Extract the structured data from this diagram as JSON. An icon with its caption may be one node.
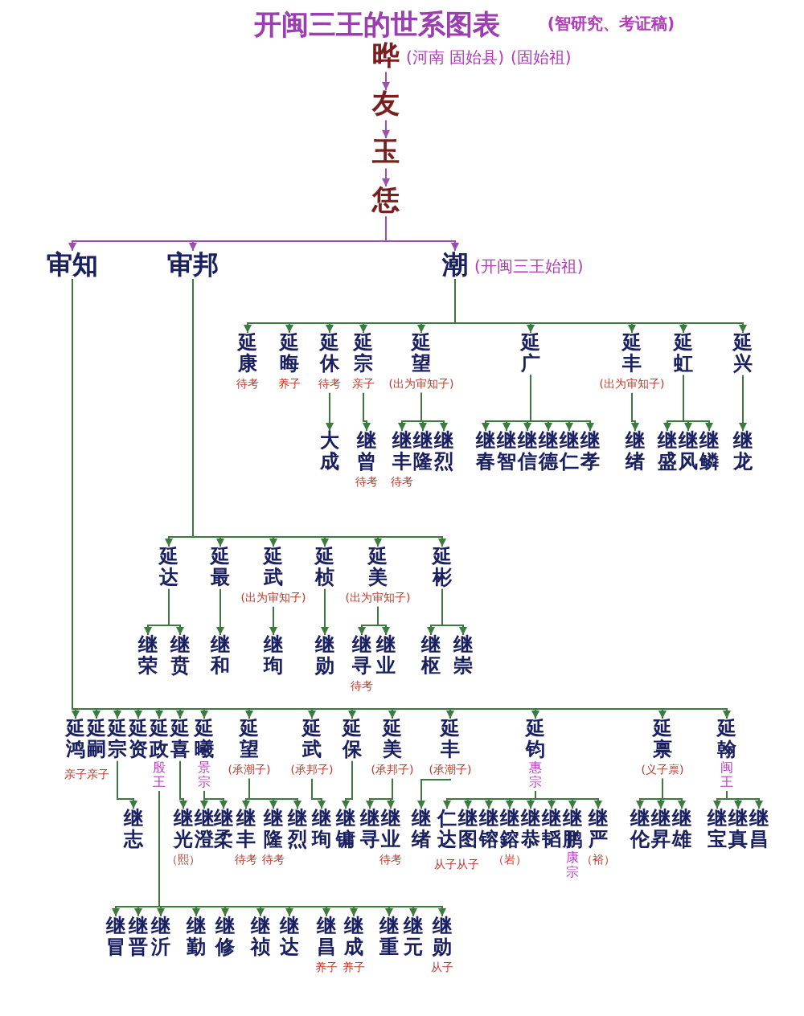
{
  "diagram": {
    "title": "开闽三王的世系图表",
    "nodes": [
      {
        "text": [
          "晔"
        ],
        "beside": [
          "(河南 固始县)",
          "(固始祖)"
        ]
      },
      {
        "text": [
          "友"
        ]
      },
      {
        "text": [
          "玉"
        ]
      },
      {
        "text": [
          "恁"
        ]
      },
      {
        "text": [
          "审知"
        ]
      },
      {
        "text": [
          "审邦"
        ]
      },
      {
        "text": [
          "潮"
        ],
        "beside": [
          "(开闽三王始祖)"
        ]
      },
      {
        "text": [
          "延康"
        ],
        "beside": [
          "待考"
        ]
      },
      {
        "text": [
          "延晦"
        ],
        "beside": [
          "养子"
        ]
      },
      {
        "text": [
          "延休"
        ],
        "beside": [
          "待考"
        ]
      },
      {
        "text": [
          "延宗"
        ],
        "beside": [
          "亲子"
        ]
      },
      {
        "text": [
          "延望"
        ],
        "beside": [
          "(出为审知子)"
        ]
      },
      {
        "text": [
          "延广"
        ]
      },
      {
        "text": [
          "延丰"
        ],
        "beside": [
          "(出为审知子)"
        ]
      },
      {
        "text": [
          "延虹"
        ]
      },
      {
        "text": [
          "延兴"
        ]
      },
      {
        "text": [
          "大成"
        ]
      },
      {
        "text": [
          "继曾"
        ],
        "beside": [
          "待考"
        ]
      },
      {
        "text": [
          "继丰"
        ],
        "beside": [
          "待考"
        ]
      },
      {
        "text": [
          "继隆"
        ]
      },
      {
        "text": [
          "继烈"
        ]
      },
      {
        "text": [
          "继春"
        ]
      },
      {
        "text": [
          "继智"
        ]
      },
      {
        "text": [
          "继信"
        ]
      },
      {
        "text": [
          "继德"
        ]
      },
      {
        "text": [
          "继仁"
        ]
      },
      {
        "text": [
          "继孝"
        ]
      },
      {
        "text": [
          "继绪"
        ]
      },
      {
        "text": [
          "继盛"
        ]
      },
      {
        "text": [
          "继风"
        ]
      },
      {
        "text": [
          "继鳞"
        ]
      },
      {
        "text": [
          "继龙"
        ]
      },
      {
        "text": [
          "延达"
        ]
      },
      {
        "text": [
          "延最"
        ]
      },
      {
        "text": [
          "延武"
        ],
        "beside": [
          "(出为审知子)"
        ]
      },
      {
        "text": [
          "延桢"
        ]
      },
      {
        "text": [
          "延美"
        ],
        "beside": [
          "(出为审知子)"
        ]
      },
      {
        "text": [
          "延彬"
        ]
      },
      {
        "text": [
          "继荣"
        ]
      },
      {
        "text": [
          "继贲"
        ]
      },
      {
        "text": [
          "继和"
        ]
      },
      {
        "text": [
          "继珣"
        ]
      },
      {
        "text": [
          "继勋"
        ]
      },
      {
        "text": [
          "继寻"
        ],
        "beside": [
          "待考"
        ]
      },
      {
        "text": [
          "继业"
        ]
      },
      {
        "text": [
          "继枢"
        ]
      },
      {
        "text": [
          "继崇"
        ]
      },
      {
        "text": [
          "延鸿"
        ]
      },
      {
        "text": [
          "延嗣"
        ]
      },
      {
        "text": [
          "延宗"
        ]
      },
      {
        "text": [
          "延资"
        ]
      },
      {
        "text": [
          "延政"
        ],
        "beside": [
          "殷王"
        ]
      },
      {
        "text": [
          "延喜"
        ]
      },
      {
        "text": [
          "延曦"
        ],
        "beside": [
          "景宗"
        ]
      },
      {
        "text": [
          "延望"
        ],
        "beside": [
          "(承潮子)"
        ]
      },
      {
        "text": [
          "延武"
        ],
        "beside": [
          "(承邦子)"
        ]
      },
      {
        "text": [
          "延保"
        ]
      },
      {
        "text": [
          "延美"
        ],
        "beside": [
          "(承邦子)"
        ]
      },
      {
        "text": [
          "延丰"
        ],
        "beside": [
          "(承潮子)"
        ]
      },
      {
        "text": [
          "延钧"
        ],
        "beside": [
          "惠宗"
        ]
      },
      {
        "text": [
          "延禀"
        ],
        "beside": [
          "(义子禀)"
        ]
      },
      {
        "text": [
          "延翰"
        ],
        "beside": [
          "闽王"
        ]
      },
      {
        "text": [
          "继志"
        ]
      },
      {
        "text": [
          "继光"
        ],
        "beside": [
          "（熙）"
        ]
      },
      {
        "text": [
          "继澄"
        ]
      },
      {
        "text": [
          "继柔"
        ]
      },
      {
        "text": [
          "继丰"
        ],
        "beside": [
          "待考"
        ]
      },
      {
        "text": [
          "继隆"
        ],
        "beside": [
          "待考"
        ]
      },
      {
        "text": [
          "继烈"
        ]
      },
      {
        "text": [
          "继珣"
        ]
      },
      {
        "text": [
          "继镛"
        ]
      },
      {
        "text": [
          "继寻"
        ]
      },
      {
        "text": [
          "继业"
        ],
        "beside": [
          "待考"
        ]
      },
      {
        "text": [
          "继绪"
        ]
      },
      {
        "text": [
          "仁达"
        ]
      },
      {
        "text": [
          "继图"
        ]
      },
      {
        "text": [
          "继镕"
        ]
      },
      {
        "text": [
          "继鎔"
        ],
        "beside": [
          "（岩）"
        ]
      },
      {
        "text": [
          "继恭"
        ]
      },
      {
        "text": [
          "继韬"
        ]
      },
      {
        "text": [
          "继鹏"
        ],
        "beside": [
          "康宗"
        ]
      },
      {
        "text": [
          "继严"
        ],
        "beside": [
          "（裕）"
        ]
      },
      {
        "text": [
          "继伦"
        ]
      },
      {
        "text": [
          "继昇"
        ]
      },
      {
        "text": [
          "继雄"
        ]
      },
      {
        "text": [
          "继宝"
        ]
      },
      {
        "text": [
          "继真"
        ]
      },
      {
        "text": [
          "继昌"
        ]
      },
      {
        "text": [
          "继冒"
        ]
      },
      {
        "text": [
          "继晋"
        ]
      },
      {
        "text": [
          "继沂"
        ]
      },
      {
        "text": [
          "继勤"
        ]
      },
      {
        "text": [
          "继修"
        ]
      },
      {
        "text": [
          "继祯"
        ]
      },
      {
        "text": [
          "继达"
        ]
      },
      {
        "text": [
          "继昌"
        ],
        "beside": [
          "养子"
        ]
      },
      {
        "text": [
          "继成"
        ],
        "beside": [
          "养子"
        ]
      },
      {
        "text": [
          "继重"
        ]
      },
      {
        "text": [
          "继元"
        ]
      },
      {
        "text": [
          "继勋"
        ],
        "beside": [
          "从子"
        ]
      }
    ],
    "edges": [
      {
        "from": 0,
        "to": 1,
        "arrow": "to",
        "color": "#9b4fb0"
      },
      {
        "from": 1,
        "to": 2,
        "arrow": "to",
        "color": "#9b4fb0"
      },
      {
        "from": 2,
        "to": 3,
        "arrow": "to",
        "color": "#9b4fb0"
      },
      {
        "from": 3,
        "to": 4,
        "arrow": "to",
        "color": "#9b4fb0"
      },
      {
        "from": 3,
        "to": 5,
        "arrow": "to",
        "color": "#9b4fb0"
      },
      {
        "from": 3,
        "to": 6,
        "arrow": "to",
        "color": "#9b4fb0"
      },
      {
        "from": 6,
        "to": 7,
        "arrow": "to"
      },
      {
        "from": 6,
        "to": 8,
        "arrow": "to"
      },
      {
        "from": 6,
        "to": 9,
        "arrow": "to"
      },
      {
        "from": 6,
        "to": 10,
        "arrow": "to"
      },
      {
        "from": 6,
        "to": 11,
        "arrow": "to"
      },
      {
        "from": 6,
        "to": 12,
        "arrow": "to"
      },
      {
        "from": 6,
        "to": 13,
        "arrow": "to"
      },
      {
        "from": 6,
        "to": 14,
        "arrow": "to"
      },
      {
        "from": 6,
        "to": 15,
        "arrow": "to"
      },
      {
        "from": 9,
        "to": 16,
        "arrow": "to"
      },
      {
        "from": 10,
        "to": 17,
        "arrow": "to"
      },
      {
        "from": 11,
        "to": 18,
        "arrow": "to"
      },
      {
        "from": 11,
        "to": 19,
        "arrow": "to"
      },
      {
        "from": 11,
        "to": 20,
        "arrow": "to"
      },
      {
        "from": 12,
        "to": 21,
        "arrow": "to"
      },
      {
        "from": 12,
        "to": 22,
        "arrow": "to"
      },
      {
        "from": 12,
        "to": 23,
        "arrow": "to"
      },
      {
        "from": 12,
        "to": 24,
        "arrow": "to"
      },
      {
        "from": 12,
        "to": 25,
        "arrow": "to"
      },
      {
        "from": 12,
        "to": 26,
        "arrow": "to"
      },
      {
        "from": 13,
        "to": 27,
        "arrow": "to"
      },
      {
        "from": 14,
        "to": 28,
        "arrow": "to"
      },
      {
        "from": 14,
        "to": 29,
        "arrow": "to"
      },
      {
        "from": 14,
        "to": 30,
        "arrow": "to"
      },
      {
        "from": 15,
        "to": 31,
        "arrow": "to"
      },
      {
        "from": 5,
        "to": 32,
        "arrow": "to"
      },
      {
        "from": 5,
        "to": 33,
        "arrow": "to"
      },
      {
        "from": 5,
        "to": 34,
        "arrow": "to"
      },
      {
        "from": 5,
        "to": 35,
        "arrow": "to"
      },
      {
        "from": 5,
        "to": 36,
        "arrow": "to"
      },
      {
        "from": 5,
        "to": 37,
        "arrow": "to"
      },
      {
        "from": 32,
        "to": 38,
        "arrow": "to"
      },
      {
        "from": 32,
        "to": 39,
        "arrow": "to"
      },
      {
        "from": 33,
        "to": 40,
        "arrow": "to"
      },
      {
        "from": 34,
        "to": 41,
        "arrow": "to"
      },
      {
        "from": 35,
        "to": 42,
        "arrow": "to"
      },
      {
        "from": 36,
        "to": 43,
        "arrow": "to"
      },
      {
        "from": 36,
        "to": 44,
        "arrow": "to"
      },
      {
        "from": 37,
        "to": 45,
        "arrow": "to"
      },
      {
        "from": 37,
        "to": 46,
        "arrow": "to"
      },
      {
        "from": 4,
        "to": 47,
        "arrow": "to"
      },
      {
        "from": 4,
        "to": 48,
        "arrow": "to"
      },
      {
        "from": 4,
        "to": 49,
        "arrow": "to"
      },
      {
        "from": 4,
        "to": 50,
        "arrow": "to"
      },
      {
        "from": 4,
        "to": 51,
        "arrow": "to"
      },
      {
        "from": 4,
        "to": 52,
        "arrow": "to"
      },
      {
        "from": 4,
        "to": 53,
        "arrow": "to"
      },
      {
        "from": 4,
        "to": 54,
        "arrow": "to"
      },
      {
        "from": 4,
        "to": 55,
        "arrow": "to"
      },
      {
        "from": 4,
        "to": 56,
        "arrow": "to"
      },
      {
        "from": 4,
        "to": 57,
        "arrow": "to"
      },
      {
        "from": 4,
        "to": 58,
        "arrow": "to"
      },
      {
        "from": 4,
        "to": 59,
        "arrow": "to"
      },
      {
        "from": 4,
        "to": 60,
        "arrow": "to"
      },
      {
        "from": 4,
        "to": 61,
        "arrow": "to"
      },
      {
        "from": 49,
        "to": 62,
        "arrow": "to"
      },
      {
        "from": 52,
        "to": 63,
        "arrow": "to"
      },
      {
        "from": 53,
        "to": 64,
        "arrow": "to"
      },
      {
        "from": 53,
        "to": 65,
        "arrow": "to"
      },
      {
        "from": 54,
        "to": 66,
        "arrow": "to"
      },
      {
        "from": 54,
        "to": 67,
        "arrow": "to"
      },
      {
        "from": 54,
        "to": 68,
        "arrow": "to"
      },
      {
        "from": 55,
        "to": 69,
        "arrow": "to"
      },
      {
        "from": 56,
        "to": 70,
        "arrow": "to"
      },
      {
        "from": 57,
        "to": 71,
        "arrow": "to"
      },
      {
        "from": 57,
        "to": 72,
        "arrow": "to"
      },
      {
        "from": 58,
        "to": 73,
        "arrow": "to"
      },
      {
        "from": 59,
        "to": 74,
        "arrow": "to"
      },
      {
        "from": 59,
        "to": 75,
        "arrow": "to"
      },
      {
        "from": 59,
        "to": 76,
        "arrow": "to"
      },
      {
        "from": 59,
        "to": 77,
        "arrow": "to"
      },
      {
        "from": 59,
        "to": 78,
        "arrow": "to"
      },
      {
        "from": 59,
        "to": 79,
        "arrow": "to"
      },
      {
        "from": 59,
        "to": 80,
        "arrow": "to"
      },
      {
        "from": 59,
        "to": 81,
        "arrow": "to"
      },
      {
        "from": 60,
        "to": 82,
        "arrow": "to"
      },
      {
        "from": 60,
        "to": 83,
        "arrow": "to"
      },
      {
        "from": 60,
        "to": 84,
        "arrow": "to"
      },
      {
        "from": 61,
        "to": 85,
        "arrow": "to"
      },
      {
        "from": 61,
        "to": 86,
        "arrow": "to"
      },
      {
        "from": 61,
        "to": 87,
        "arrow": "to"
      },
      {
        "from": 51,
        "to": 88,
        "arrow": "to"
      },
      {
        "from": 51,
        "to": 89,
        "arrow": "to"
      },
      {
        "from": 51,
        "to": 90,
        "arrow": "to"
      },
      {
        "from": 51,
        "to": 91,
        "arrow": "to"
      },
      {
        "from": 51,
        "to": 92,
        "arrow": "to"
      },
      {
        "from": 51,
        "to": 93,
        "arrow": "to"
      },
      {
        "from": 51,
        "to": 94,
        "arrow": "to"
      },
      {
        "from": 51,
        "to": 95,
        "arrow": "to"
      },
      {
        "from": 51,
        "to": 96,
        "arrow": "to"
      },
      {
        "from": 51,
        "to": 97,
        "arrow": "to"
      },
      {
        "from": 51,
        "to": 98,
        "arrow": "to"
      },
      {
        "from": 51,
        "to": 99,
        "arrow": "to"
      }
    ],
    "labels": [
      "(智研究、考证稿)",
      "亲子亲子",
      "从子从子"
    ]
  }
}
